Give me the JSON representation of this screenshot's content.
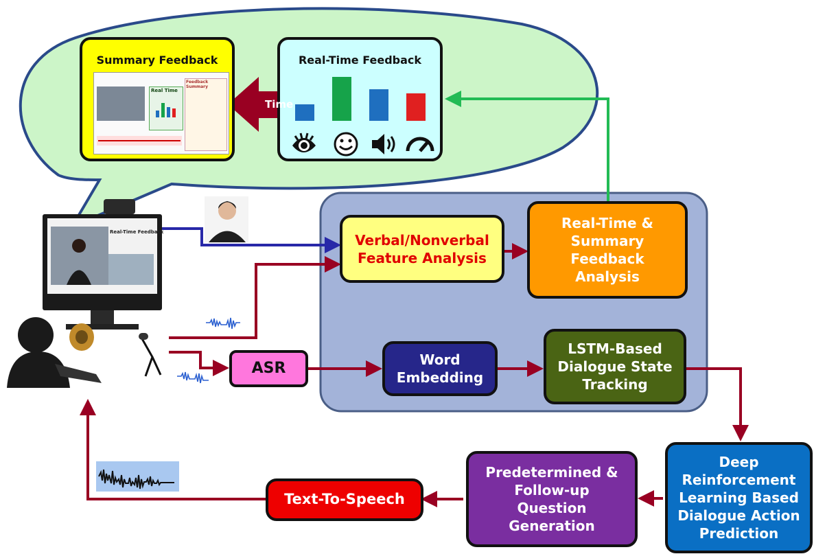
{
  "labels": {
    "summary_feedback": "Summary Feedback",
    "realtime_feedback": "Real-Time Feedback",
    "time": "Time",
    "asr": "ASR",
    "verbal_line1": "Verbal/Nonverbal",
    "verbal_line2": "Feature Analysis",
    "rtsf_line1": "Real-Time &",
    "rtsf_line2": "Summary",
    "rtsf_line3": "Feedback",
    "rtsf_line4": "Analysis",
    "word_line1": "Word",
    "word_line2": "Embedding",
    "lstm_line1": "LSTM-Based",
    "lstm_line2": "Dialogue State",
    "lstm_line3": "Tracking",
    "drl_line1": "Deep",
    "drl_line2": "Reinforcement",
    "drl_line3": "Learning Based",
    "drl_line4": "Dialogue Action",
    "drl_line5": "Prediction",
    "pred_line1": "Predetermined &",
    "pred_line2": "Follow-up",
    "pred_line3": "Question",
    "pred_line4": "Generation",
    "tts": "Text-To-Speech",
    "screen_title": "Real-Time Feedback",
    "summary_panel_title": "Feedback Summary",
    "realtime_panel_title": "Real Time"
  },
  "realtime_bars": [
    {
      "indicator": "eye-contact",
      "value": 0.38,
      "color": "#1f6fbf"
    },
    {
      "indicator": "smile",
      "value": 1.0,
      "color": "#16a34a"
    },
    {
      "indicator": "volume",
      "value": 0.72,
      "color": "#1f6fbf"
    },
    {
      "indicator": "speed",
      "value": 0.62,
      "color": "#e02020"
    }
  ],
  "indicator_icons": [
    "eye-icon",
    "smiley-icon",
    "speaker-volume-icon",
    "speedometer-icon"
  ],
  "colors": {
    "bubble": "#ccf5c8",
    "summary_box": "#ffff00",
    "realtime_box": "#ccffff",
    "system_panel": "#a3b3d9",
    "verbal_box": "#ffff80",
    "verbal_text": "#e00000",
    "rtsf_box": "#ff9900",
    "asr_box": "#ff77dd",
    "word_box": "#26268a",
    "lstm_box": "#4a6414",
    "drl_box": "#0a6fc4",
    "pred_box": "#7a2ea0",
    "tts_box": "#ee0000",
    "arrow_red": "#990022",
    "arrow_blue": "#2828a8",
    "arrow_green": "#22bb55"
  }
}
